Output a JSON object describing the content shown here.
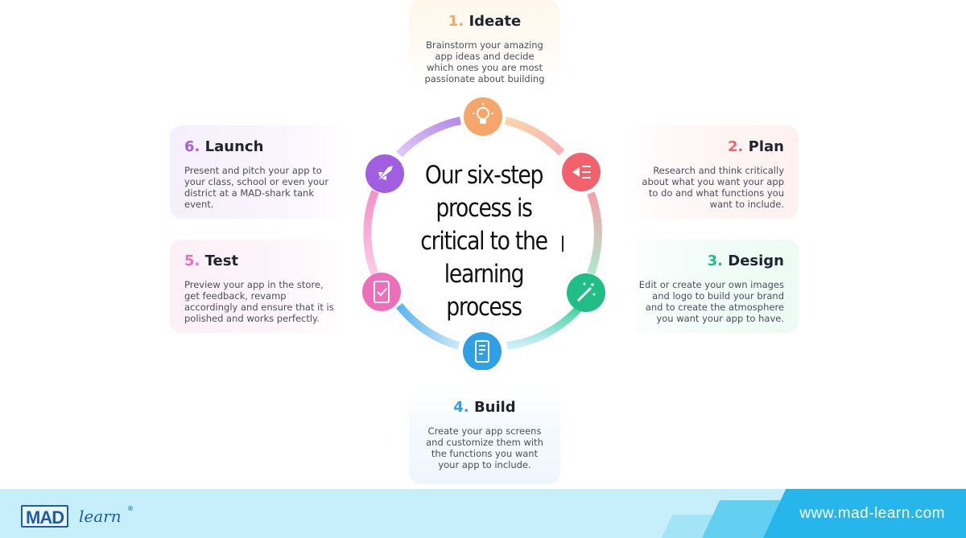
{
  "steps": {
    "ideate": {
      "num": "1.",
      "name": "Ideate",
      "desc": "Brainstorm your amazing app ideas and decide which ones you are most passionate about building",
      "color": "#f6a66a",
      "icon": "lightbulb-icon"
    },
    "plan": {
      "num": "2.",
      "name": "Plan",
      "desc": "Research and think critically about what you want your app to do and what functions you want to include.",
      "color": "#f2626d",
      "icon": "funnel-plan-icon"
    },
    "design": {
      "num": "3.",
      "name": "Design",
      "desc": "Edit or create your own images and logo to build your brand and to create the atmosphere you want your app to have.",
      "color": "#21bd86",
      "icon": "magic-wand-icon"
    },
    "build": {
      "num": "4.",
      "name": "Build",
      "desc": "Create your app screens and customize them with the functions you want your app to include.",
      "color": "#2f9fe6",
      "icon": "phone-build-icon"
    },
    "test": {
      "num": "5.",
      "name": "Test",
      "desc": "Preview your app in the store, get feedback, revamp accordingly and ensure that it is polished and works perfectly.",
      "color": "#ee6fb9",
      "icon": "phone-check-icon"
    },
    "launch": {
      "num": "6.",
      "name": "Launch",
      "desc": "Present and pitch your app to your class, school or even your district at a MAD-shark tank event.",
      "color": "#a15ee0",
      "icon": "rocket-icon"
    }
  },
  "center": {
    "lines": [
      "Our six-step",
      "process is",
      "critical to the",
      "learning",
      "process"
    ]
  },
  "footer": {
    "logo_mad": "MAD",
    "logo_learn": "learn",
    "logo_reg": "®",
    "url": "www.mad-learn.com"
  }
}
